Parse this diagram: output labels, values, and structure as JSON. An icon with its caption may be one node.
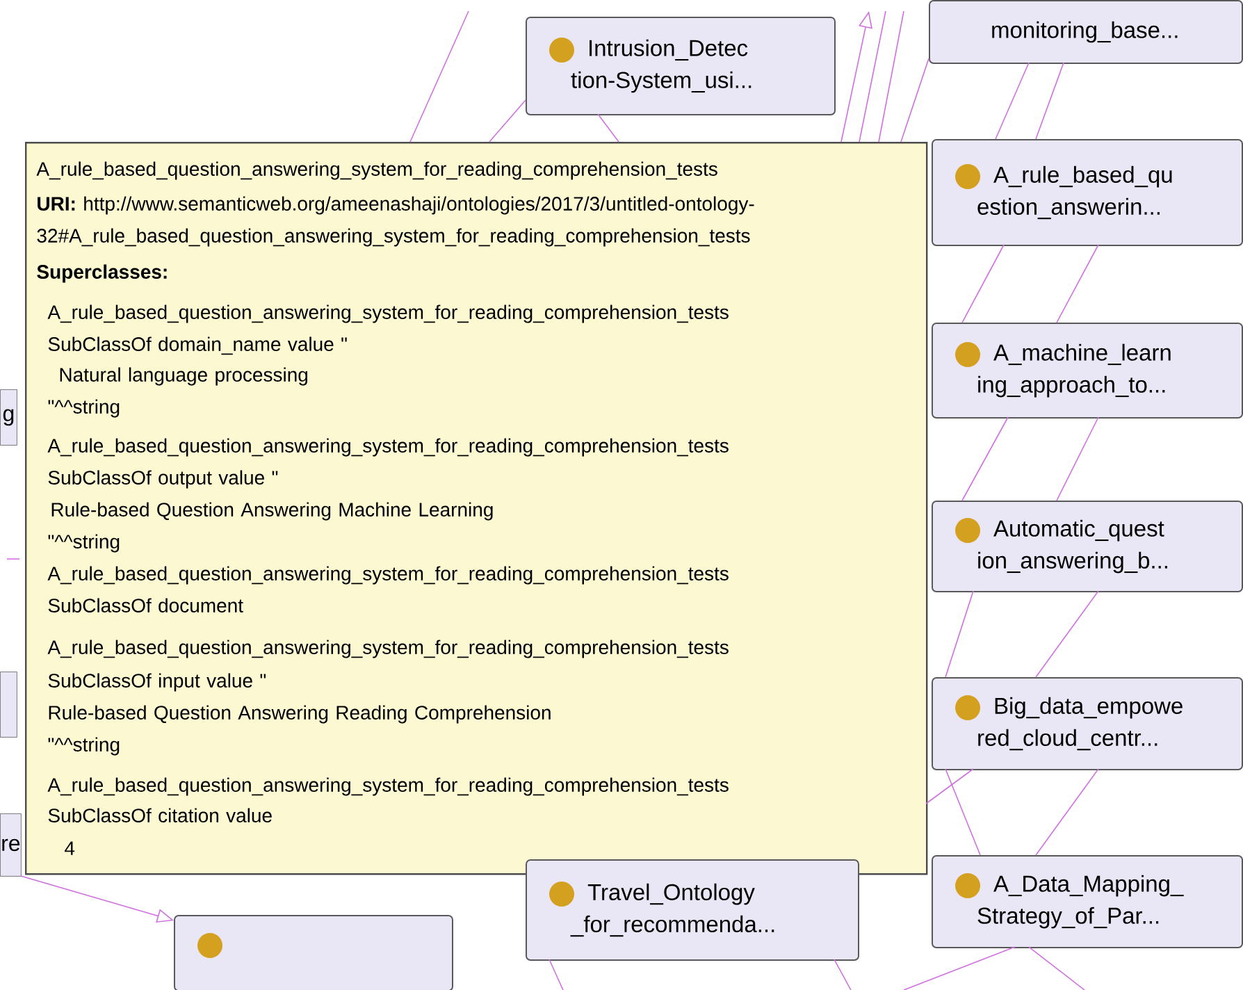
{
  "diagram": {
    "nodes": [
      {
        "text": [
          "monitoring_base..."
        ]
      },
      {
        "text": [
          "Intrusion_Detec tion-System_usi..."
        ]
      },
      {
        "text": [
          "A_rule_based_question_answering_system_for_reading_comprehension_tests",
          "**URI:** http://www.semanticweb.org/ameenashaji/ontologies/2017/3/untitled-ontology-32#A_rule_based_question_answering_system_for_reading_comprehension_tests",
          "Superclasses:",
          "A_rule_based_question_answering_system_for_reading_comprehension_tests",
          "SubClassOf domain_name value \"",
          "Natural language processing",
          "\"^^string",
          "A_rule_based_question_answering_system_for_reading_comprehension_tests",
          "SubClassOf output value \"",
          "Rule-based Question Answering Machine Learning",
          "\"^^string",
          "A_rule_based_question_answering_system_for_reading_comprehension_tests",
          "SubClassOf document",
          "A_rule_based_question_answering_system_for_reading_comprehension_tests",
          "SubClassOf input value \"",
          "Rule-based Question Answering Reading Comprehension",
          "\"^^string",
          "A_rule_based_question_answering_system_for_reading_comprehension_tests",
          "SubClassOf citation value",
          "4"
        ]
      },
      {
        "text": [
          "A_rule_based_qu estion_answerin..."
        ]
      },
      {
        "text": [
          "g"
        ]
      },
      {
        "text": [
          "A_machine_learn ing_approach_to..."
        ]
      },
      {
        "text": [
          "Automatic_quest ion_answering_b..."
        ]
      },
      {
        "text": [],
        "shape": "box"
      },
      {
        "text": [
          "Big_data_empowe red_cloud_centr..."
        ]
      },
      {
        "text": [
          "re"
        ]
      },
      {
        "text": [
          "Travel_Ontology _for_recommenda..."
        ]
      },
      {
        "text": [
          "A_Data_Mapping_ Strategy_of_Par..."
        ]
      },
      {
        "text": [],
        "shape": "box"
      }
    ],
    "edges": [
      {
        "from": 9,
        "to": 12,
        "arrow": "to"
      },
      {
        "from": 0,
        "to": 3,
        "arrow": "none"
      },
      {
        "from": 0,
        "to": 3,
        "arrow": "none"
      },
      {
        "from": 0,
        "to": 2,
        "arrow": "none"
      },
      {
        "from": 1,
        "to": 2,
        "arrow": "none"
      },
      {
        "from": 1,
        "to": 2,
        "arrow": "none"
      },
      {
        "from": 3,
        "to": 5,
        "arrow": "none"
      },
      {
        "from": 3,
        "to": 5,
        "arrow": "none"
      },
      {
        "from": 5,
        "to": 6,
        "arrow": "none"
      },
      {
        "from": 5,
        "to": 6,
        "arrow": "none"
      },
      {
        "from": 6,
        "to": 8,
        "arrow": "none"
      },
      {
        "from": 6,
        "to": 8,
        "arrow": "none"
      },
      {
        "from": 8,
        "to": 11,
        "arrow": "none"
      },
      {
        "from": 8,
        "to": 11,
        "arrow": "none"
      },
      {
        "from": 8,
        "to": 2,
        "arrow": "none"
      },
      {
        "from": 10,
        "to": null,
        "arrow": "none"
      },
      {
        "from": 11,
        "to": null,
        "arrow": "none"
      },
      {
        "from": 11,
        "to": null,
        "arrow": "none"
      },
      {
        "from": 10,
        "to": null,
        "arrow": "none"
      },
      {
        "from": 2,
        "to": null,
        "arrow": "to"
      },
      {
        "from": 2,
        "to": null,
        "arrow": "none"
      },
      {
        "from": 2,
        "to": null,
        "arrow": "none"
      },
      {
        "from": null,
        "to": 2,
        "arrow": "none"
      }
    ]
  }
}
